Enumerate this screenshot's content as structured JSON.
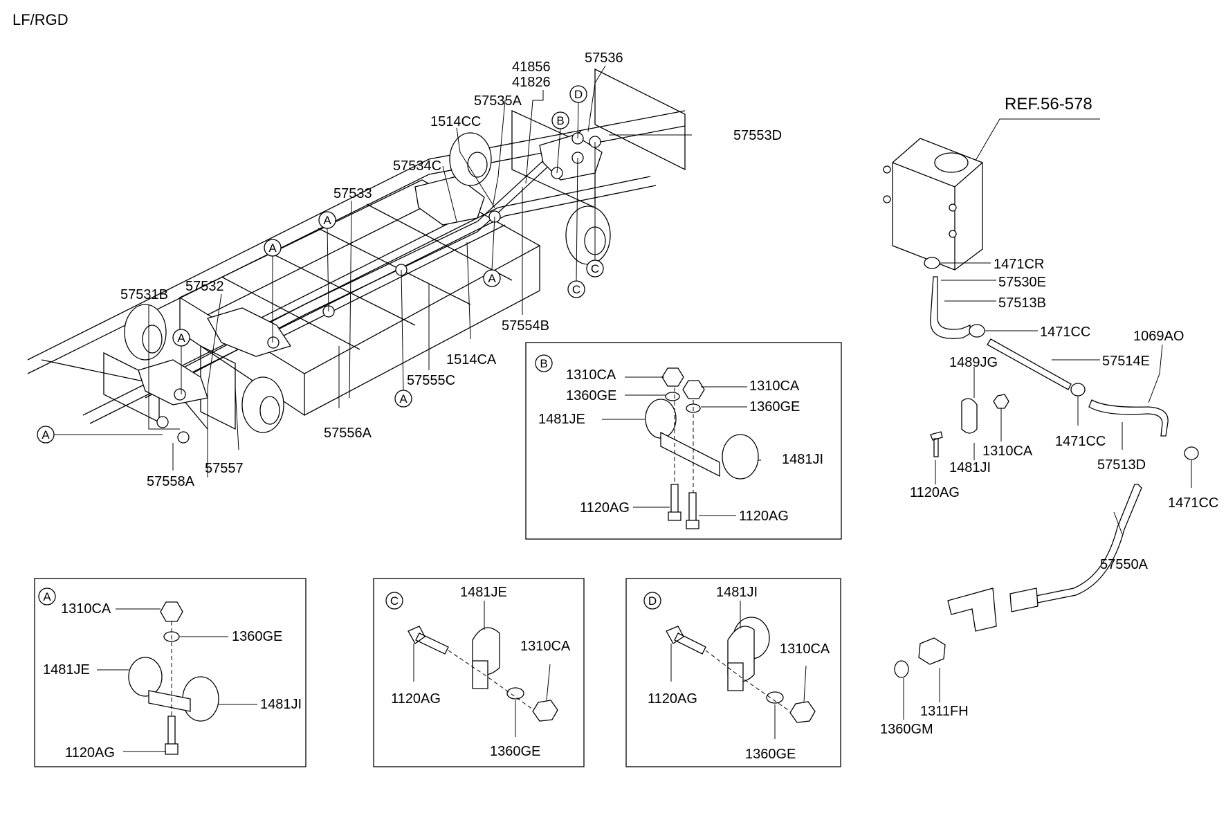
{
  "header": {
    "model_code": "LF/RGD"
  },
  "callouts": {
    "a": "A",
    "b": "B",
    "c": "C",
    "d": "D"
  },
  "frame_labels": {
    "p41856": "41856",
    "p41826": "41826",
    "p57536": "57536",
    "p57535A": "57535A",
    "p1514CC": "1514CC",
    "p57553D": "57553D",
    "p57534C": "57534C",
    "p57533": "57533",
    "p57532": "57532",
    "p57531B": "57531B",
    "p57554B": "57554B",
    "p1514CA": "1514CA",
    "p57555C": "57555C",
    "p57556A": "57556A",
    "p57557": "57557",
    "p57558A": "57558A"
  },
  "reservoir_labels": {
    "ref": "REF.56-578",
    "p1471CR": "1471CR",
    "p57530E": "57530E",
    "p57513B": "57513B",
    "p1471CC_a": "1471CC",
    "p1069AO": "1069AO",
    "p57514E": "57514E",
    "p1489JG": "1489JG",
    "p1310CA": "1310CA",
    "p1471CC_b": "1471CC",
    "p57513D": "57513D",
    "p1471CC_c": "1471CC",
    "p1120AG": "1120AG",
    "p1481JI": "1481JI",
    "p57550A": "57550A",
    "p1311FH": "1311FH",
    "p1360GM": "1360GM"
  },
  "detail_a": {
    "p1310CA": "1310CA",
    "p1360GE": "1360GE",
    "p1481JE": "1481JE",
    "p1481JI": "1481JI",
    "p1120AG": "1120AG"
  },
  "detail_b": {
    "p1310CA_1": "1310CA",
    "p1360GE_1": "1360GE",
    "p1310CA_2": "1310CA",
    "p1360GE_2": "1360GE",
    "p1481JE": "1481JE",
    "p1481JI": "1481JI",
    "p1120AG_1": "1120AG",
    "p1120AG_2": "1120AG"
  },
  "detail_c": {
    "p1481JE": "1481JE",
    "p1310CA": "1310CA",
    "p1120AG": "1120AG",
    "p1360GE": "1360GE"
  },
  "detail_d": {
    "p1481JI": "1481JI",
    "p1310CA": "1310CA",
    "p1120AG": "1120AG",
    "p1360GE": "1360GE"
  },
  "icons": [
    "washer-fluid-reservoir-icon",
    "hose-clamp-icon",
    "hex-nut-icon",
    "bolt-icon",
    "washer-icon",
    "rubber-clip-icon",
    "tire-icon"
  ]
}
